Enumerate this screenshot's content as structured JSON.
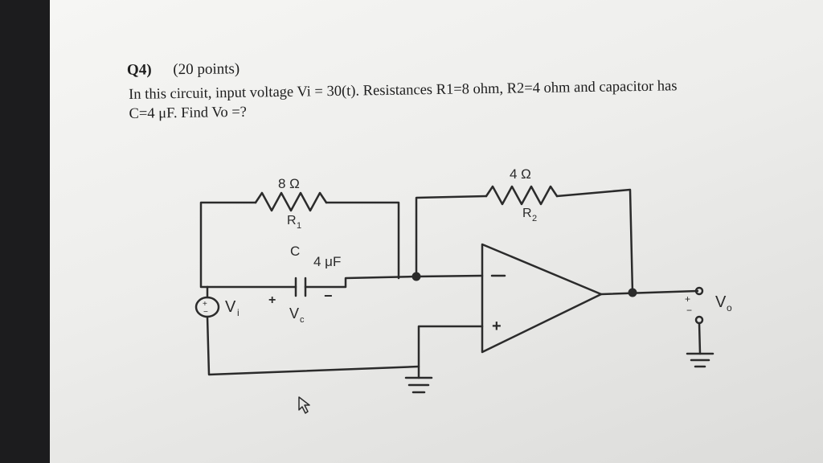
{
  "question": {
    "number": "Q4)",
    "points": "(20 points)",
    "line1": "In this circuit, input voltage Vi = 30(t). Resistances R1=8 ohm, R2=4 ohm and capacitor has",
    "line2": "C=4 μF.  Find Vo =?"
  },
  "circuit": {
    "r1_value": "8 Ω",
    "r1_name": "R",
    "r1_sub": "1",
    "r2_value": "4 Ω",
    "r2_name": "R",
    "r2_sub": "2",
    "cap_name": "C",
    "cap_value": "4 μF",
    "vc_label": "V",
    "vc_sub": "c",
    "vc_plus": "+",
    "vc_minus": "−",
    "vi_label": "V",
    "vi_sub": "i",
    "vo_label": "V",
    "vo_sub": "o",
    "opamp_minus": "−",
    "opamp_plus": "+",
    "src_plus": "+",
    "src_minus": "−",
    "out_plus": "+",
    "out_minus": "−"
  }
}
